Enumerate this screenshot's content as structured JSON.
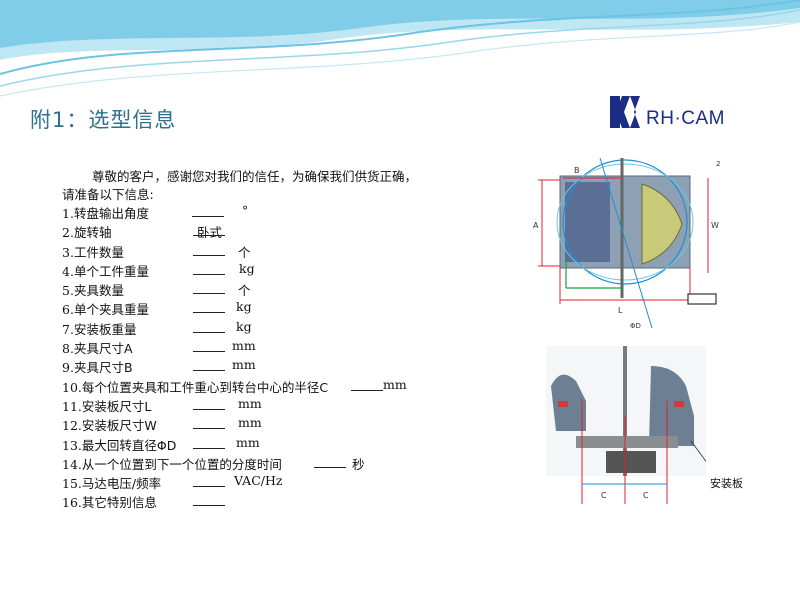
{
  "header": {
    "title": "附1：选型信息"
  },
  "logo": {
    "text": "RH·CAM"
  },
  "intro": {
    "line1": "尊敬的客户，感谢您对我们的信任，为确保我们供货正确，",
    "line2": "请准备以下信息:"
  },
  "items": [
    {
      "num": "1.",
      "label": "转盘输出角度",
      "value": "",
      "unit": "°"
    },
    {
      "num": "2.",
      "label": "旋转轴",
      "value": "卧式",
      "unit": ""
    },
    {
      "num": "3.",
      "label": "工件数量",
      "value": "",
      "unit": "个"
    },
    {
      "num": "4.",
      "label": "单个工件重量",
      "value": "",
      "unit": "kg"
    },
    {
      "num": "5.",
      "label": "夹具数量",
      "value": "",
      "unit": "个"
    },
    {
      "num": "6.",
      "label": "单个夹具重量",
      "value": "",
      "unit": "kg"
    },
    {
      "num": "7.",
      "label": "安装板重量",
      "value": "",
      "unit": "kg"
    },
    {
      "num": "8.",
      "label": "夹具尺寸A",
      "value": "",
      "unit": "mm"
    },
    {
      "num": "9.",
      "label": "夹具尺寸B",
      "value": "",
      "unit": "mm"
    },
    {
      "num": "10.",
      "label": "每个位置夹具和工件重心到转台中心的半径C",
      "value": "",
      "unit": "mm"
    },
    {
      "num": "11.",
      "label": "安装板尺寸L",
      "value": "",
      "unit": "mm"
    },
    {
      "num": "12.",
      "label": "安装板尺寸W",
      "value": "",
      "unit": "mm"
    },
    {
      "num": "13.",
      "label": "最大回转直径ΦD",
      "value": "",
      "unit": "mm"
    },
    {
      "num": "14.",
      "label": "从一个位置到下一个位置的分度时间",
      "value": "",
      "unit": "秒"
    },
    {
      "num": "15.",
      "label": "马达电压/频率",
      "value": "",
      "unit": "VAC/Hz"
    },
    {
      "num": "16.",
      "label": "其它特别信息",
      "value": "",
      "unit": ""
    }
  ],
  "diagram_top": {
    "label_a": "A",
    "label_b": "B",
    "label_w": "W",
    "label_l": "L",
    "label_phi": "ΦD",
    "label_corner": "2"
  },
  "diagram_bottom": {
    "label_c1": "C",
    "label_c2": "C",
    "label_plate": "安装板"
  },
  "colors": {
    "title": "#2f6f8f",
    "logo": "#1c2d86",
    "dim_red": "#e0202a",
    "dim_green": "#18a040",
    "dim_blue": "#1e8fd8"
  }
}
